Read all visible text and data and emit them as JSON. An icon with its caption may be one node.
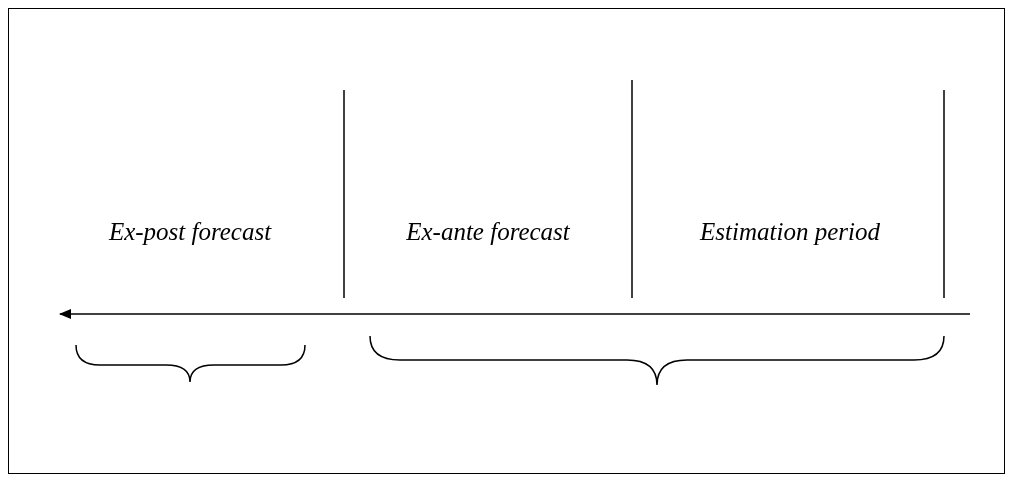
{
  "diagram": {
    "labels": [
      "Ex-post forecast",
      "Ex-ante forecast",
      "Estimation period"
    ]
  }
}
